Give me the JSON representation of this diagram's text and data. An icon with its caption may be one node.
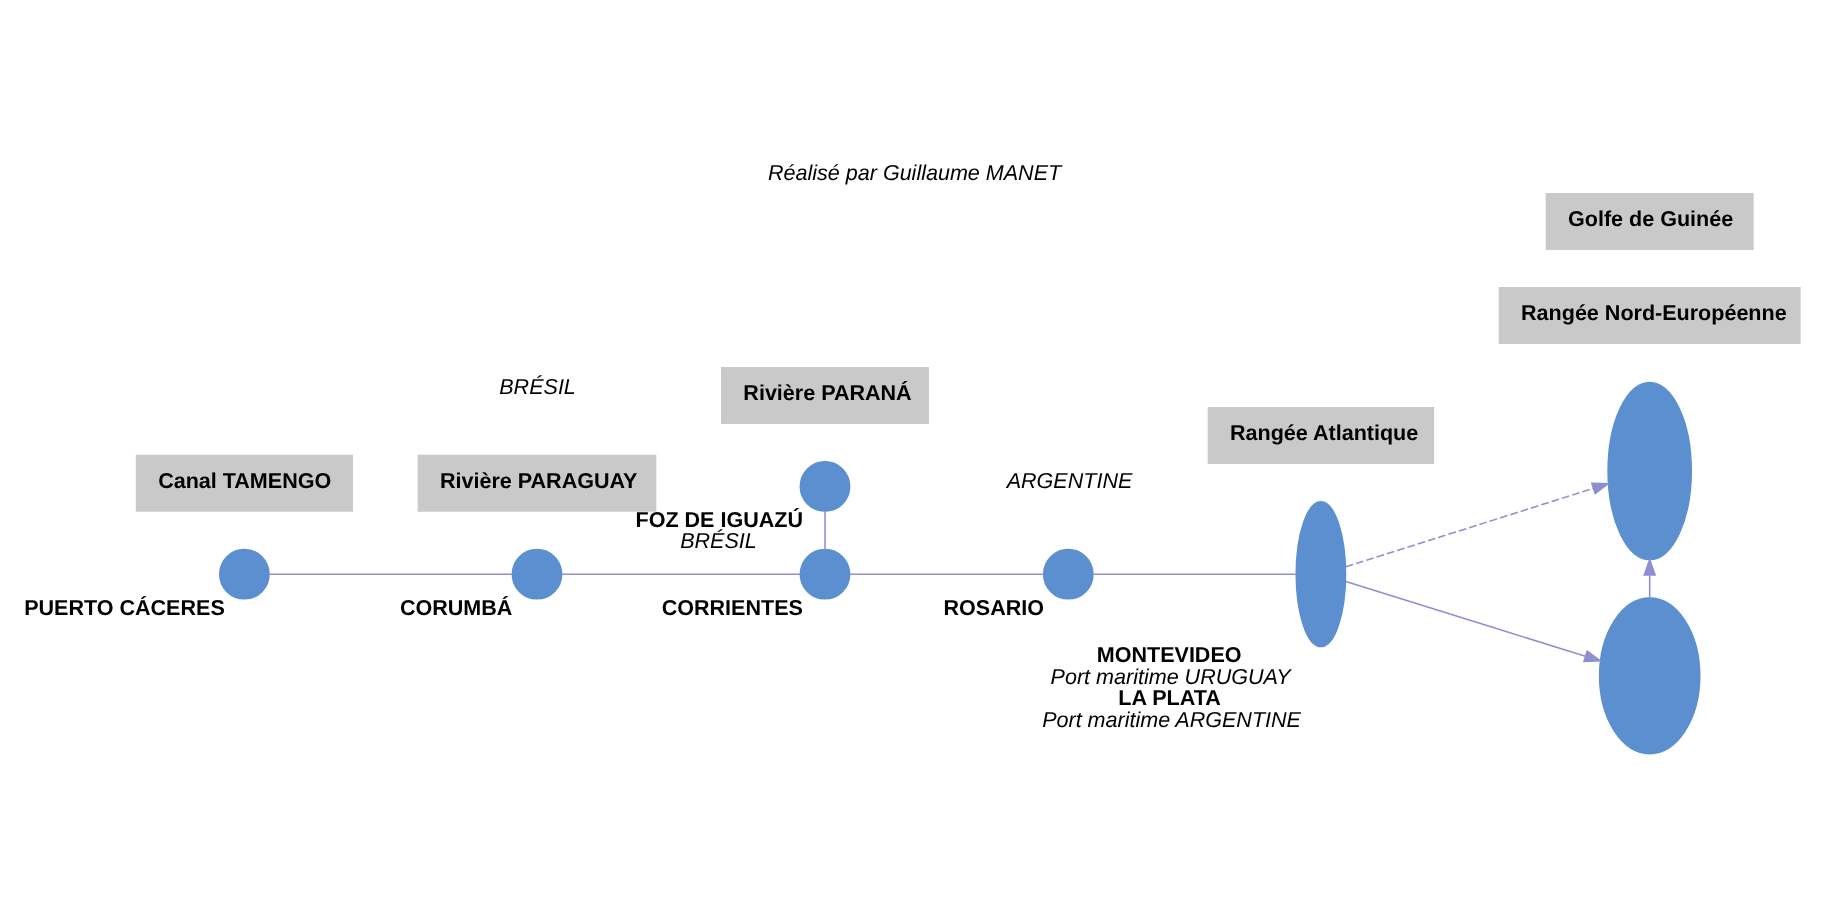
{
  "diagram": {
    "title": "Réalisé par Guillaume MANET",
    "nodes": [
      {
        "text": [],
        "shape": "circle",
        "beside": [
          "FOZ DE IGUAZÚ",
          "BRÉSIL"
        ]
      },
      {
        "text": [
          "Rivière PARANÁ"
        ]
      },
      {
        "text": [],
        "shape": "circle",
        "beside": [
          "PUERTO CÁCERES"
        ]
      },
      {
        "text": [],
        "shape": "circle",
        "beside": [
          "CORUMBÁ"
        ]
      },
      {
        "text": [],
        "shape": "circle",
        "beside": [
          "CORRIENTES"
        ]
      },
      {
        "text": [],
        "shape": "circle",
        "beside": [
          "ROSARIO"
        ]
      },
      {
        "text": [],
        "shape": "ellipse",
        "beside": [
          "MONTEVIDEO",
          "Port maritime URUGUAY",
          "LA PLATA",
          "Port maritime ARGENTINE"
        ]
      },
      {
        "text": [],
        "shape": "ellipse"
      },
      {
        "text": [
          "Rangée Nord-Européenne"
        ]
      },
      {
        "text": [],
        "shape": "ellipse"
      },
      {
        "text": [
          "Golfe de Guinée"
        ]
      },
      {
        "text": [
          "Canal TAMENGO"
        ]
      },
      {
        "text": [
          "Rivière PARAGUAY"
        ]
      },
      {
        "text": [
          "Rangée Atlantique"
        ]
      }
    ],
    "edges": [
      {
        "from": 2,
        "to": 3,
        "arrow": "none"
      },
      {
        "from": 3,
        "to": 4,
        "arrow": "none"
      },
      {
        "from": 0,
        "to": 4,
        "arrow": "none"
      },
      {
        "from": 4,
        "to": 5,
        "arrow": "none"
      },
      {
        "from": 5,
        "to": 6,
        "arrow": "none"
      },
      {
        "from": 6,
        "to": 9,
        "arrow": "to"
      },
      {
        "from": 6,
        "to": 7,
        "arrow": "to",
        "style": "dashed"
      },
      {
        "from": 9,
        "to": 7,
        "arrow": "to"
      }
    ],
    "labels": [
      "BRÉSIL",
      "ARGENTINE"
    ]
  }
}
